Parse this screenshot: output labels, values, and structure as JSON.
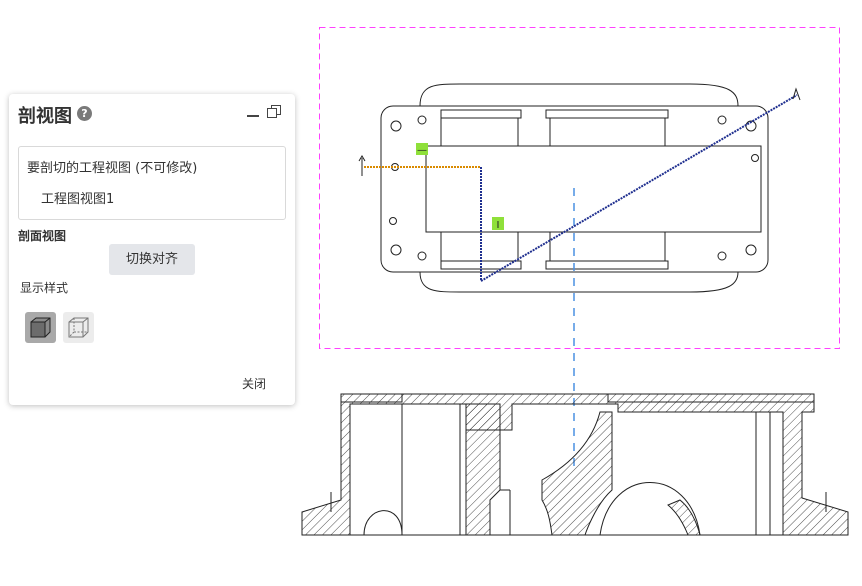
{
  "panel": {
    "title": "剖视图",
    "help_icon": "?",
    "minimize_icon": "minimize-icon",
    "restore_icon": "restore-icon",
    "source_label": "要剖切的工程视图 (不可修改)",
    "source_item": "工程图视图1",
    "section_label": "剖面视图",
    "switch_button": "切换对齐",
    "display_style_label": "显示样式",
    "display_styles": [
      "shaded-cube-icon",
      "wireframe-cube-icon"
    ],
    "close_label": "关闭"
  },
  "drawing": {
    "frame_color": "#ff40ff",
    "section_line_color": "#1f2f8f",
    "leg_color": "#d98a00",
    "axis_color": "#4a90e2",
    "handle_color": "#8fe03a",
    "handle_label_1": "—",
    "handle_label_2": "I"
  }
}
